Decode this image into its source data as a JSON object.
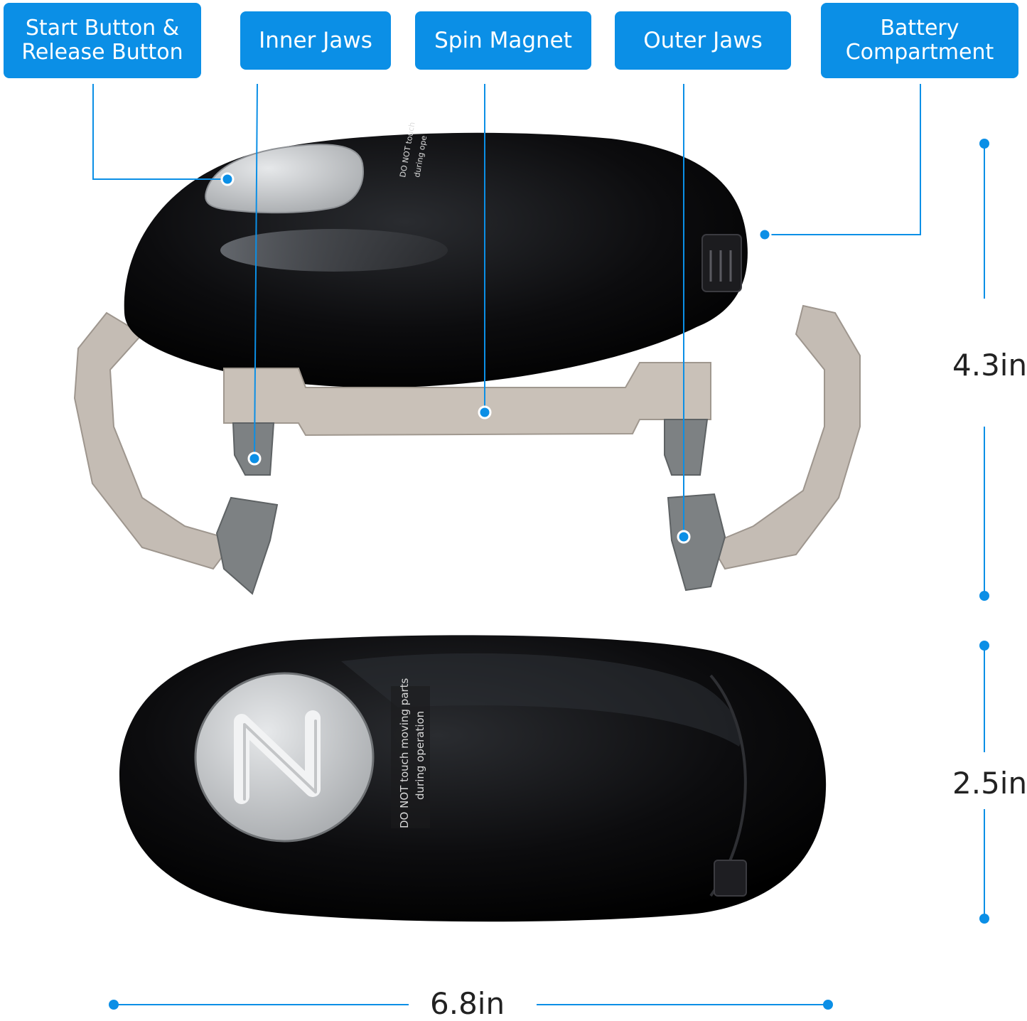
{
  "labels": {
    "start_release": "Start Button &\nRelease Button",
    "inner_jaws": "Inner Jaws",
    "spin_magnet": "Spin Magnet",
    "outer_jaws": "Outer Jaws",
    "battery": "Battery\nCompartment"
  },
  "dimensions": {
    "height_top": "4.3in",
    "height_bottom": "2.5in",
    "width": "6.8in"
  },
  "device_text": {
    "warning_line1": "DO NOT touch moving parts",
    "warning_line2": "during operation",
    "top_warning_line1": "DO NOT touch",
    "top_warning_line2": "during ope"
  },
  "colors": {
    "accent_blue": "#0b8fe6",
    "body_black": "#0a0a0c",
    "jaw_beige": "#bdb5ad",
    "jaw_grey": "#7a7d7e",
    "button_silver": "#d3d5d7"
  }
}
